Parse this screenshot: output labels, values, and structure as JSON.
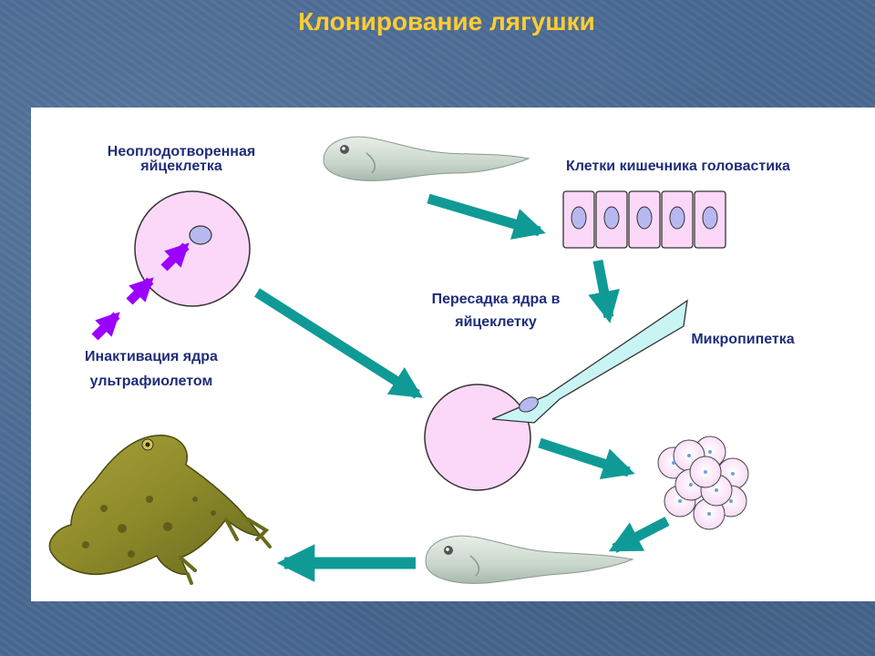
{
  "title": "Клонирование лягушки",
  "labels": {
    "egg": [
      "Неоплодотворенная",
      "яйцеклетка"
    ],
    "intestine": "Клетки кишечника головастика",
    "transplant": [
      "Пересадка ядра в",
      "яйцеклетку"
    ],
    "micropipette": "Микропипетка",
    "inactivation": [
      "Инактивация ядра",
      "ультрафиолетом"
    ]
  },
  "colors": {
    "title": "#ffcc33",
    "label_text": "#1f2d7a",
    "arrow": "#109a96",
    "uv_arrow": "#9b00ff",
    "cell_fill": "#fbd8f8",
    "nucleus": "#b8b8f0",
    "pipette": "#c8f4f4"
  }
}
